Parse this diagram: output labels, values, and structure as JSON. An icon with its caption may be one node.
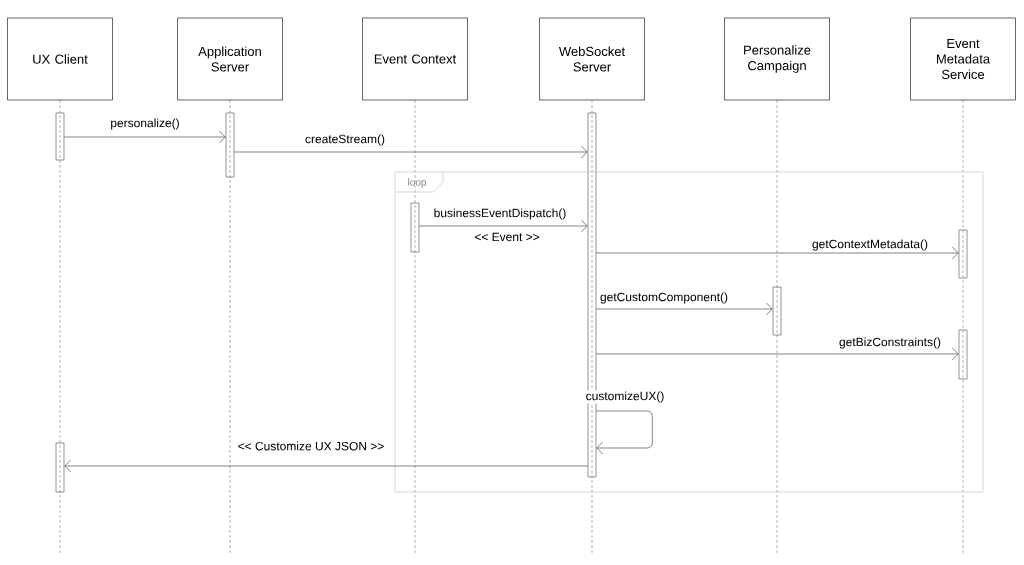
{
  "diagram": {
    "nodes": [
      {
        "text": [
          "UX Client"
        ]
      },
      {
        "text": [
          "Application Server"
        ]
      },
      {
        "text": [
          "Event Context"
        ]
      },
      {
        "text": [
          "WebSocket Server"
        ]
      },
      {
        "text": [
          "Personalize Campaign"
        ]
      },
      {
        "text": [
          "Event Metadata Service"
        ]
      },
      {
        "text": [],
        "shape": "bar"
      },
      {
        "text": [],
        "shape": "bar"
      },
      {
        "text": [],
        "shape": "bar"
      },
      {
        "text": [
          "loop"
        ]
      },
      {
        "text": [],
        "shape": "bar",
        "in": 9
      },
      {
        "text": [],
        "shape": "bar",
        "in": 9
      },
      {
        "text": [],
        "shape": "bar",
        "in": 9
      },
      {
        "text": [],
        "shape": "bar",
        "in": 9
      },
      {
        "text": [],
        "shape": "bar"
      }
    ],
    "edges": [
      {
        "from": 6,
        "to": 7,
        "arrow": "to",
        "label": "personalize()"
      },
      {
        "from": 7,
        "to": 8,
        "arrow": "to",
        "label": "createStream()"
      },
      {
        "from": 10,
        "to": 8,
        "arrow": "to",
        "label": "businessEventDispatch()"
      },
      {
        "from": 8,
        "to": 11,
        "arrow": "to",
        "label": "getContextMetadata()"
      },
      {
        "from": 8,
        "to": 12,
        "arrow": "to",
        "label": "getCustomComponent()"
      },
      {
        "from": 8,
        "to": 13,
        "arrow": "to",
        "label": "getBizConstraints()"
      },
      {
        "from": 8,
        "to": 8,
        "arrow": "to",
        "label": "customizeUX()"
      },
      {
        "from": 8,
        "to": 14,
        "arrow": "to",
        "label": "<< Customize UX JSON >>"
      }
    ],
    "labels": [
      "<< Event >>"
    ]
  }
}
